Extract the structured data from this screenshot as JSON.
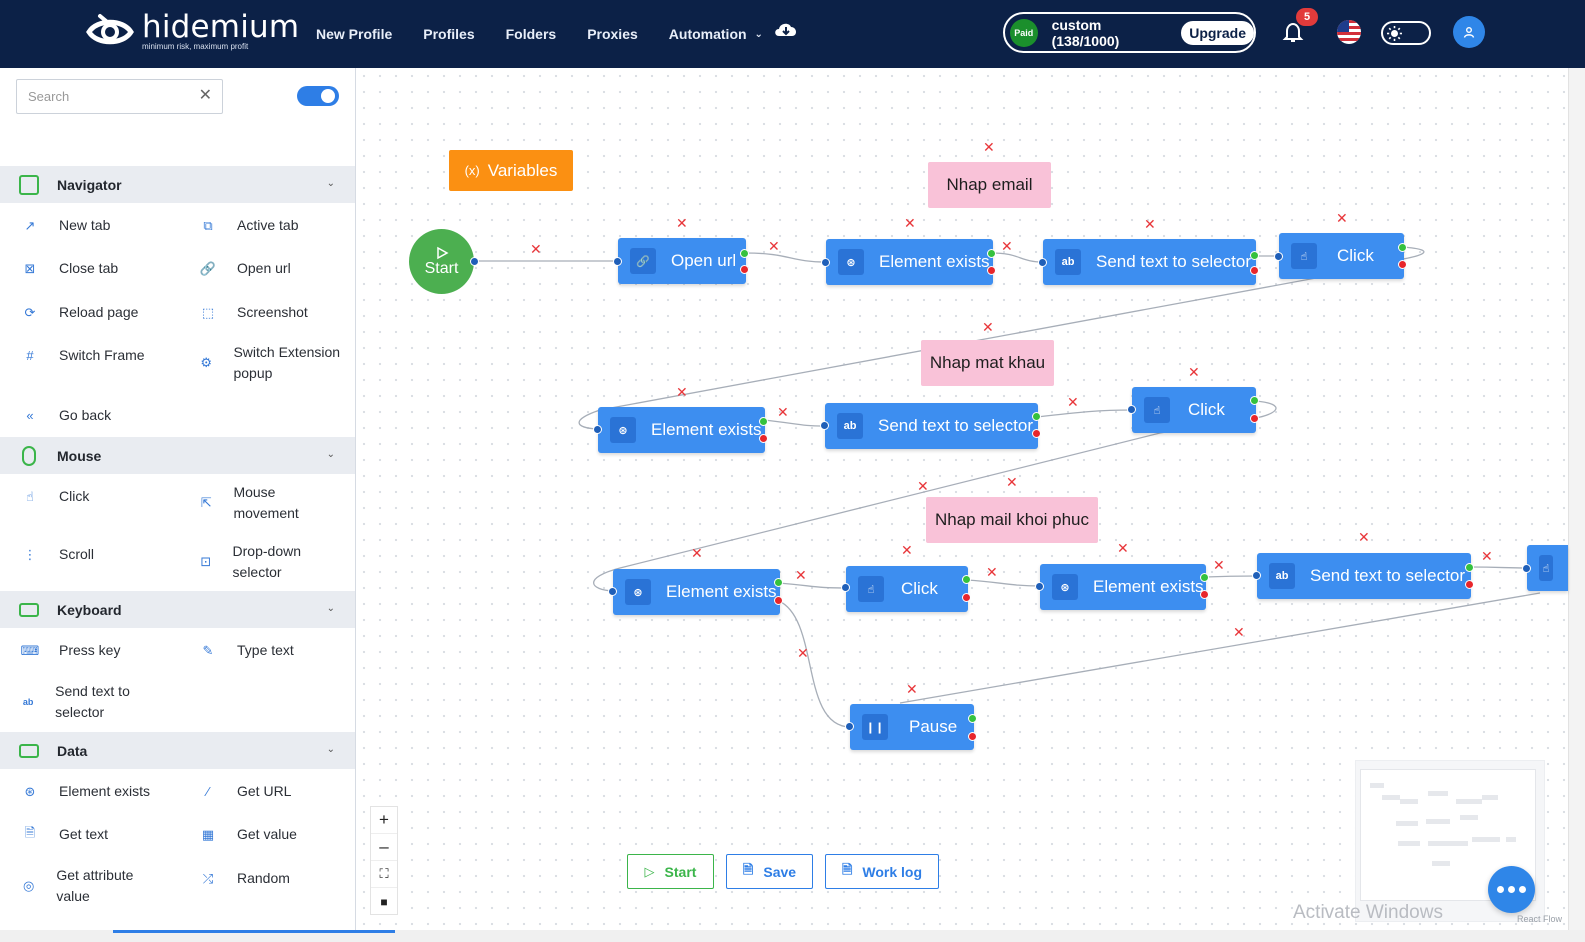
{
  "header": {
    "logo_name": "hidemium",
    "logo_tagline": "minimum risk, maximum profit",
    "nav": [
      "New Profile",
      "Profiles",
      "Folders",
      "Proxies",
      "Automation"
    ],
    "plan_badge": "Paid",
    "plan_text": "custom (138/1000)",
    "upgrade_label": "Upgrade",
    "notification_count": "5"
  },
  "sidebar": {
    "search_placeholder": "Search",
    "toggle_on": true,
    "groups": [
      {
        "title": "Navigator",
        "items": [
          "New tab",
          "Active tab",
          "Close tab",
          "Open url",
          "Reload page",
          "Screenshot",
          "Switch Frame",
          "Switch Extension popup",
          "Go back"
        ]
      },
      {
        "title": "Mouse",
        "items": [
          "Click",
          "Mouse movement",
          "Scroll",
          "Drop-down selector"
        ]
      },
      {
        "title": "Keyboard",
        "items": [
          "Press key",
          "Type text",
          "Send text to selector"
        ]
      },
      {
        "title": "Data",
        "items": [
          "Element exists",
          "Get URL",
          "Get text",
          "Get value",
          "Get attribute value",
          "Random"
        ]
      }
    ]
  },
  "canvas": {
    "start_label": "Start",
    "variables_label": "Variables",
    "notes": [
      "Nhap email",
      "Nhap mat khau",
      "Nhap mail khoi phuc"
    ],
    "nodes": {
      "open_url": "Open url",
      "element_exists": "Element exists",
      "send_text": "Send text to selector",
      "click": "Click",
      "pause": "Pause"
    }
  },
  "toolbar": {
    "start_label": "Start",
    "save_label": "Save",
    "worklog_label": "Work log"
  },
  "watermark": "Activate Windows",
  "attribution": "React Flow",
  "colors": {
    "header_bg": "#0c2147",
    "node_blue": "#3d8ef0",
    "start_green": "#4caf50",
    "variables_orange": "#fb9012",
    "note_pink": "#f9c2d8",
    "toolbar_green": "#3bb54a",
    "toolbar_blue": "#2e7ee6"
  }
}
